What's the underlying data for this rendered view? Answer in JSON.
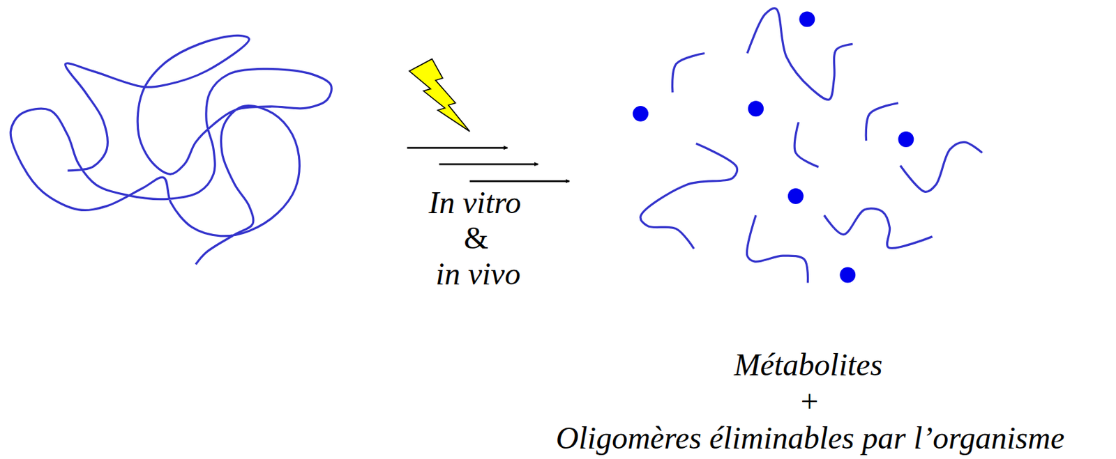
{
  "diagram": {
    "labels": [
      "In vitro",
      "&",
      "in vivo",
      "Métabolites",
      "+",
      "Oligomères éliminables par l’organisme"
    ]
  }
}
